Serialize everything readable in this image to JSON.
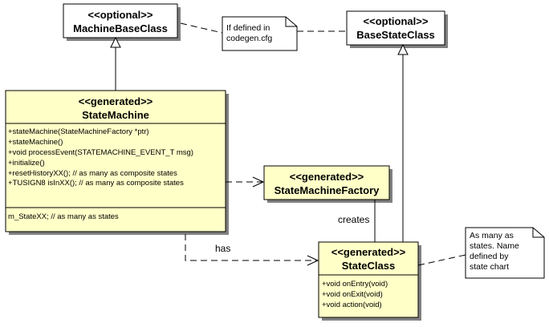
{
  "colors": {
    "generated_fill": "#ffffc8",
    "optional_fill": "#ffffff",
    "note_fill": "#ffffff",
    "shadow": "#808080",
    "line": "#000000"
  },
  "machine_base": {
    "stereotype": "<<optional>>",
    "name": "MachineBaseClass"
  },
  "base_state": {
    "stereotype": "<<optional>>",
    "name": "BaseStateClass"
  },
  "state_machine": {
    "stereotype": "<<generated>>",
    "name": "StateMachine",
    "operations": [
      "+stateMachine(StateMachineFactory *ptr)",
      "+stateMachine()",
      "+void processEvent(STATEMACHINE_EVENT_T msg)",
      "+initialize()",
      "+resetHistoryXX();   // as many as composite states",
      "+TUSIGN8 isInXX(); // as many as composite states"
    ],
    "attributes": [
      "m_StateXX; // as many as states"
    ]
  },
  "factory": {
    "stereotype": "<<generated>>",
    "name": "StateMachineFactory"
  },
  "state_class": {
    "stereotype": "<<generated>>",
    "name": "StateClass",
    "operations": [
      "+void onEntry(void)",
      "+void onExit(void)",
      "+void action(void)"
    ]
  },
  "note_codegen": {
    "lines": [
      "If defined in",
      "codegen.cfg"
    ]
  },
  "note_states": {
    "lines": [
      "As many as",
      "states. Name",
      "defined by",
      "state chart"
    ]
  },
  "labels": {
    "creates": "creates",
    "has": "has"
  }
}
